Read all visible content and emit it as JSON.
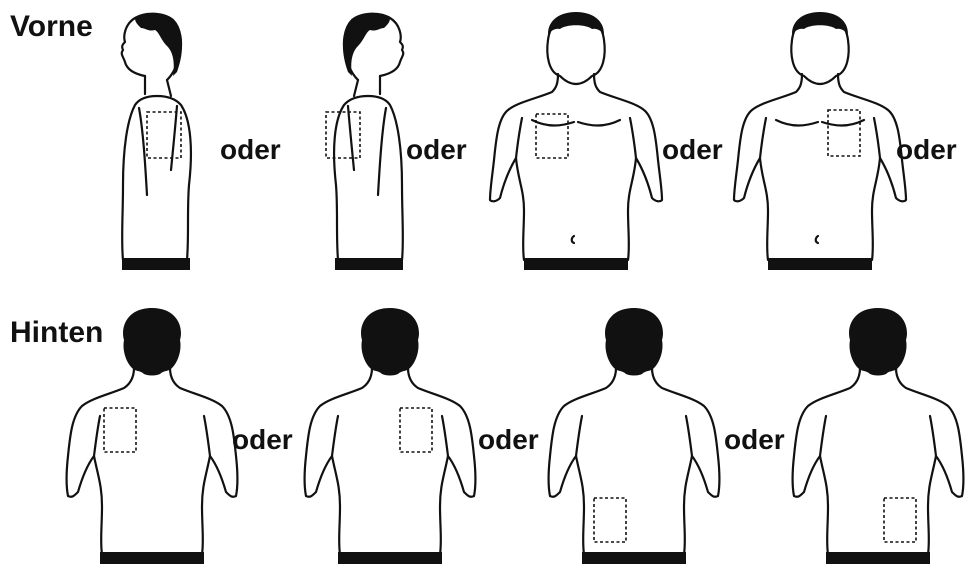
{
  "rows": [
    {
      "label": "Vorne"
    },
    {
      "label": "Hinten"
    }
  ],
  "separator": "oder",
  "figures": {
    "front": [
      {
        "view": "side-left",
        "patch_side": "front-chest"
      },
      {
        "view": "side-right",
        "patch_side": "front-chest"
      },
      {
        "view": "front",
        "patch_side": "upper-right-chest"
      },
      {
        "view": "front",
        "patch_side": "upper-left-chest"
      }
    ],
    "back": [
      {
        "view": "back",
        "patch_side": "upper-left-back"
      },
      {
        "view": "back",
        "patch_side": "upper-right-back"
      },
      {
        "view": "back",
        "patch_side": "lower-left-back"
      },
      {
        "view": "back",
        "patch_side": "lower-right-back"
      }
    ]
  },
  "colors": {
    "ink": "#111111",
    "background": "#ffffff"
  }
}
